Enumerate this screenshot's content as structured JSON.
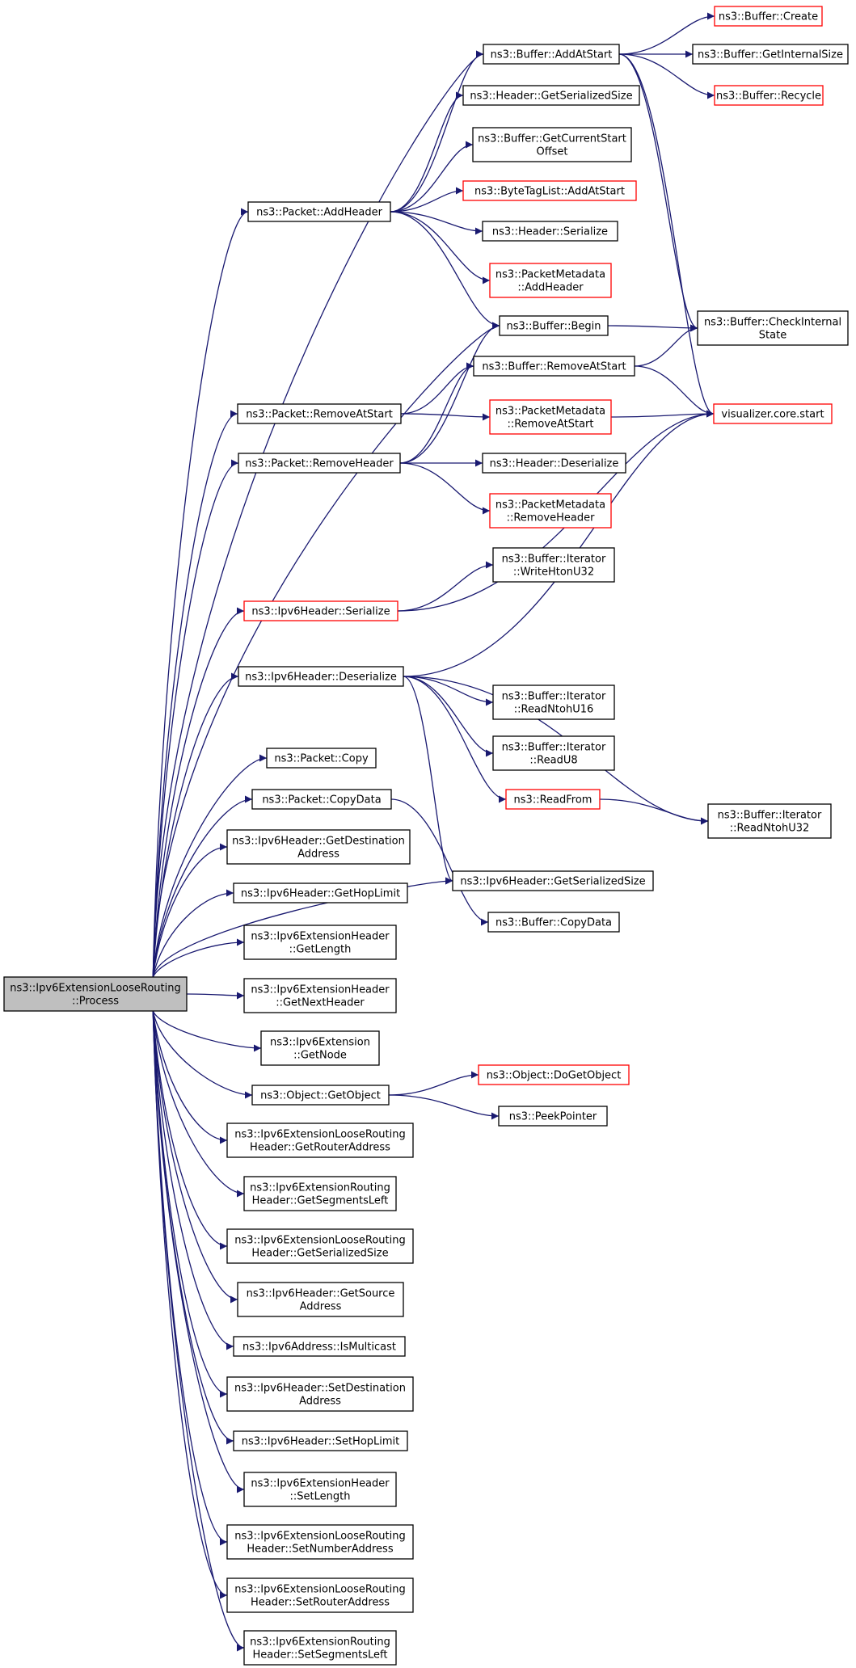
{
  "colors": {
    "edge": "#191970",
    "node_border": "#000000",
    "node_border_red": "#ff0000",
    "root_fill": "#bfbfbf",
    "background": "#ffffff"
  },
  "diagram": {
    "nodes": {
      "process": {
        "lines": [
          "ns3::Ipv6ExtensionLooseRouting",
          "::Process"
        ],
        "style": "root"
      },
      "add_at_start": {
        "lines": [
          "ns3::Buffer::AddAtStart"
        ],
        "style": "normal"
      },
      "buf_create": {
        "lines": [
          "ns3::Buffer::Create"
        ],
        "style": "red"
      },
      "get_internal_size": {
        "lines": [
          "ns3::Buffer::GetInternalSize"
        ],
        "style": "normal"
      },
      "buf_recycle": {
        "lines": [
          "ns3::Buffer::Recycle"
        ],
        "style": "red"
      },
      "hdr_get_serialized_size": {
        "lines": [
          "ns3::Header::GetSerializedSize"
        ],
        "style": "normal"
      },
      "get_current_start_offset": {
        "lines": [
          "ns3::Buffer::GetCurrentStart",
          "Offset"
        ],
        "style": "normal"
      },
      "pkt_add_header": {
        "lines": [
          "ns3::Packet::AddHeader"
        ],
        "style": "normal"
      },
      "bytetaglist_add_at_start": {
        "lines": [
          "ns3::ByteTagList::AddAtStart"
        ],
        "style": "red"
      },
      "hdr_serialize": {
        "lines": [
          "ns3::Header::Serialize"
        ],
        "style": "normal"
      },
      "pm_add_header": {
        "lines": [
          "ns3::PacketMetadata",
          "::AddHeader"
        ],
        "style": "red"
      },
      "buf_begin": {
        "lines": [
          "ns3::Buffer::Begin"
        ],
        "style": "normal"
      },
      "check_internal_state": {
        "lines": [
          "ns3::Buffer::CheckInternal",
          "State"
        ],
        "style": "normal"
      },
      "buf_remove_at_start": {
        "lines": [
          "ns3::Buffer::RemoveAtStart"
        ],
        "style": "normal"
      },
      "pkt_remove_at_start": {
        "lines": [
          "ns3::Packet::RemoveAtStart"
        ],
        "style": "normal"
      },
      "pm_remove_at_start": {
        "lines": [
          "ns3::PacketMetadata",
          "::RemoveAtStart"
        ],
        "style": "red"
      },
      "visualizer_start": {
        "lines": [
          "visualizer.core.start"
        ],
        "style": "red"
      },
      "pkt_remove_header": {
        "lines": [
          "ns3::Packet::RemoveHeader"
        ],
        "style": "normal"
      },
      "hdr_deserialize": {
        "lines": [
          "ns3::Header::Deserialize"
        ],
        "style": "normal"
      },
      "pm_remove_header": {
        "lines": [
          "ns3::PacketMetadata",
          "::RemoveHeader"
        ],
        "style": "red"
      },
      "write_hton_u32": {
        "lines": [
          "ns3::Buffer::Iterator",
          "::WriteHtonU32"
        ],
        "style": "normal"
      },
      "ipv6_serialize": {
        "lines": [
          "ns3::Ipv6Header::Serialize"
        ],
        "style": "red"
      },
      "ipv6_deserialize": {
        "lines": [
          "ns3::Ipv6Header::Deserialize"
        ],
        "style": "normal"
      },
      "read_ntoh_u16": {
        "lines": [
          "ns3::Buffer::Iterator",
          "::ReadNtohU16"
        ],
        "style": "normal"
      },
      "read_u8": {
        "lines": [
          "ns3::Buffer::Iterator",
          "::ReadU8"
        ],
        "style": "normal"
      },
      "read_from": {
        "lines": [
          "ns3::ReadFrom"
        ],
        "style": "red"
      },
      "read_ntoh_u32": {
        "lines": [
          "ns3::Buffer::Iterator",
          "::ReadNtohU32"
        ],
        "style": "normal"
      },
      "pkt_copy": {
        "lines": [
          "ns3::Packet::Copy"
        ],
        "style": "normal"
      },
      "pkt_copy_data": {
        "lines": [
          "ns3::Packet::CopyData"
        ],
        "style": "normal"
      },
      "ipv6_get_serialized_size": {
        "lines": [
          "ns3::Ipv6Header::GetSerializedSize"
        ],
        "style": "normal"
      },
      "buf_copy_data": {
        "lines": [
          "ns3::Buffer::CopyData"
        ],
        "style": "normal"
      },
      "get_destination_address": {
        "lines": [
          "ns3::Ipv6Header::GetDestination",
          "Address"
        ],
        "style": "normal"
      },
      "get_hop_limit": {
        "lines": [
          "ns3::Ipv6Header::GetHopLimit"
        ],
        "style": "normal"
      },
      "ext_get_length": {
        "lines": [
          "ns3::Ipv6ExtensionHeader",
          "::GetLength"
        ],
        "style": "normal"
      },
      "ext_get_next_header": {
        "lines": [
          "ns3::Ipv6ExtensionHeader",
          "::GetNextHeader"
        ],
        "style": "normal"
      },
      "ext_get_node": {
        "lines": [
          "ns3::Ipv6Extension",
          "::GetNode"
        ],
        "style": "normal"
      },
      "obj_get_object": {
        "lines": [
          "ns3::Object::GetObject"
        ],
        "style": "normal"
      },
      "obj_do_get_object": {
        "lines": [
          "ns3::Object::DoGetObject"
        ],
        "style": "red"
      },
      "peek_pointer": {
        "lines": [
          "ns3::PeekPointer"
        ],
        "style": "normal"
      },
      "lr_get_router_address": {
        "lines": [
          "ns3::Ipv6ExtensionLooseRouting",
          "Header::GetRouterAddress"
        ],
        "style": "normal"
      },
      "rh_get_segments_left": {
        "lines": [
          "ns3::Ipv6ExtensionRouting",
          "Header::GetSegmentsLeft"
        ],
        "style": "normal"
      },
      "lr_get_serialized_size": {
        "lines": [
          "ns3::Ipv6ExtensionLooseRouting",
          "Header::GetSerializedSize"
        ],
        "style": "normal"
      },
      "get_source_address": {
        "lines": [
          "ns3::Ipv6Header::GetSource",
          "Address"
        ],
        "style": "normal"
      },
      "is_multicast": {
        "lines": [
          "ns3::Ipv6Address::IsMulticast"
        ],
        "style": "normal"
      },
      "set_destination_address": {
        "lines": [
          "ns3::Ipv6Header::SetDestination",
          "Address"
        ],
        "style": "normal"
      },
      "set_hop_limit": {
        "lines": [
          "ns3::Ipv6Header::SetHopLimit"
        ],
        "style": "normal"
      },
      "ext_set_length": {
        "lines": [
          "ns3::Ipv6ExtensionHeader",
          "::SetLength"
        ],
        "style": "normal"
      },
      "lr_set_number_address": {
        "lines": [
          "ns3::Ipv6ExtensionLooseRouting",
          "Header::SetNumberAddress"
        ],
        "style": "normal"
      },
      "lr_set_router_address": {
        "lines": [
          "ns3::Ipv6ExtensionLooseRouting",
          "Header::SetRouterAddress"
        ],
        "style": "normal"
      },
      "rh_set_segments_left": {
        "lines": [
          "ns3::Ipv6ExtensionRouting",
          "Header::SetSegmentsLeft"
        ],
        "style": "normal"
      }
    },
    "edges": [
      [
        "process",
        "add_at_start"
      ],
      [
        "process",
        "pkt_add_header"
      ],
      [
        "process",
        "buf_begin"
      ],
      [
        "process",
        "pkt_remove_at_start"
      ],
      [
        "process",
        "pkt_remove_header"
      ],
      [
        "process",
        "ipv6_serialize"
      ],
      [
        "process",
        "ipv6_deserialize"
      ],
      [
        "process",
        "ipv6_get_serialized_size"
      ],
      [
        "process",
        "pkt_copy"
      ],
      [
        "process",
        "pkt_copy_data"
      ],
      [
        "process",
        "get_destination_address"
      ],
      [
        "process",
        "get_hop_limit"
      ],
      [
        "process",
        "ext_get_length"
      ],
      [
        "process",
        "ext_get_next_header"
      ],
      [
        "process",
        "ext_get_node"
      ],
      [
        "process",
        "obj_get_object"
      ],
      [
        "process",
        "lr_get_router_address"
      ],
      [
        "process",
        "rh_get_segments_left"
      ],
      [
        "process",
        "lr_get_serialized_size"
      ],
      [
        "process",
        "get_source_address"
      ],
      [
        "process",
        "is_multicast"
      ],
      [
        "process",
        "set_destination_address"
      ],
      [
        "process",
        "set_hop_limit"
      ],
      [
        "process",
        "ext_set_length"
      ],
      [
        "process",
        "lr_set_number_address"
      ],
      [
        "process",
        "lr_set_router_address"
      ],
      [
        "process",
        "rh_set_segments_left"
      ],
      [
        "add_at_start",
        "buf_create"
      ],
      [
        "add_at_start",
        "get_internal_size"
      ],
      [
        "add_at_start",
        "buf_recycle"
      ],
      [
        "add_at_start",
        "check_internal_state"
      ],
      [
        "add_at_start",
        "visualizer_start"
      ],
      [
        "pkt_add_header",
        "add_at_start"
      ],
      [
        "pkt_add_header",
        "hdr_get_serialized_size"
      ],
      [
        "pkt_add_header",
        "get_current_start_offset"
      ],
      [
        "pkt_add_header",
        "bytetaglist_add_at_start"
      ],
      [
        "pkt_add_header",
        "hdr_serialize"
      ],
      [
        "pkt_add_header",
        "pm_add_header"
      ],
      [
        "pkt_add_header",
        "buf_begin"
      ],
      [
        "buf_begin",
        "check_internal_state"
      ],
      [
        "buf_remove_at_start",
        "check_internal_state"
      ],
      [
        "buf_remove_at_start",
        "visualizer_start"
      ],
      [
        "pkt_remove_at_start",
        "buf_remove_at_start"
      ],
      [
        "pkt_remove_at_start",
        "pm_remove_at_start"
      ],
      [
        "pm_remove_at_start",
        "visualizer_start"
      ],
      [
        "pkt_remove_header",
        "buf_begin"
      ],
      [
        "pkt_remove_header",
        "buf_remove_at_start"
      ],
      [
        "pkt_remove_header",
        "hdr_deserialize"
      ],
      [
        "pkt_remove_header",
        "pm_remove_header"
      ],
      [
        "ipv6_serialize",
        "write_hton_u32"
      ],
      [
        "ipv6_serialize",
        "visualizer_start"
      ],
      [
        "ipv6_deserialize",
        "visualizer_start"
      ],
      [
        "ipv6_deserialize",
        "read_ntoh_u16"
      ],
      [
        "ipv6_deserialize",
        "read_u8"
      ],
      [
        "ipv6_deserialize",
        "read_from"
      ],
      [
        "ipv6_deserialize",
        "read_ntoh_u32"
      ],
      [
        "ipv6_deserialize",
        "ipv6_get_serialized_size"
      ],
      [
        "read_from",
        "read_ntoh_u32"
      ],
      [
        "pkt_copy_data",
        "buf_copy_data"
      ],
      [
        "obj_get_object",
        "obj_do_get_object"
      ],
      [
        "obj_get_object",
        "peek_pointer"
      ]
    ]
  }
}
